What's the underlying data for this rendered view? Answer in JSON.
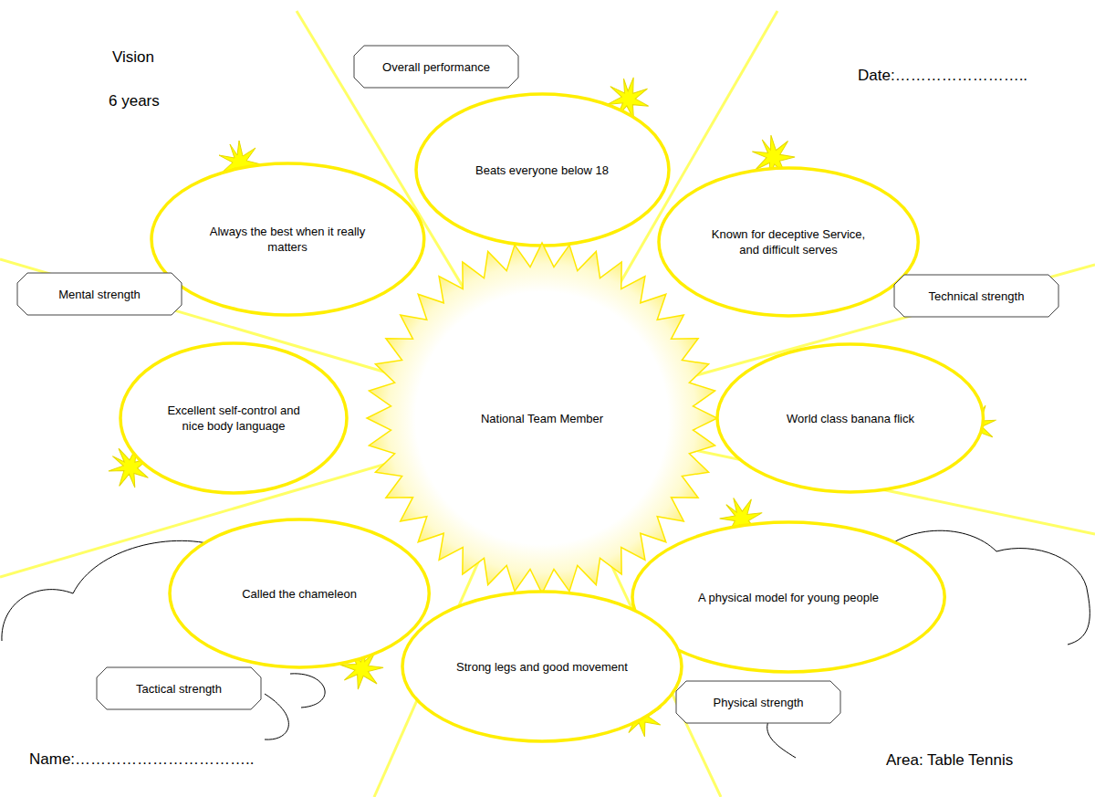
{
  "diagram": {
    "nodes": [
      {
        "text": [
          "Overall performance"
        ]
      },
      {
        "text": [
          "Beats everyone below 18"
        ]
      },
      {
        "text": [
          "Always the best when it really matters"
        ]
      },
      {
        "text": [
          "Known for deceptive Service, and difficult serves"
        ]
      },
      {
        "text": [
          "Mental strength"
        ]
      },
      {
        "text": [
          "Technical strength"
        ]
      },
      {
        "text": [
          "Excellent self-control and nice body language"
        ]
      },
      {
        "text": [
          "National Team Member"
        ]
      },
      {
        "text": [
          "World class banana flick"
        ]
      },
      {
        "text": [
          "Called the chameleon"
        ]
      },
      {
        "text": [
          "A physical model for young people"
        ]
      },
      {
        "text": [
          "Strong legs and good movement"
        ]
      },
      {
        "text": [
          "Tactical strength"
        ]
      },
      {
        "text": [
          "Physical strength"
        ]
      }
    ],
    "labels": [
      "Vision",
      "6 years",
      "Date:……………………..",
      "Name:……………………………..",
      "Area: Table Tennis"
    ]
  }
}
